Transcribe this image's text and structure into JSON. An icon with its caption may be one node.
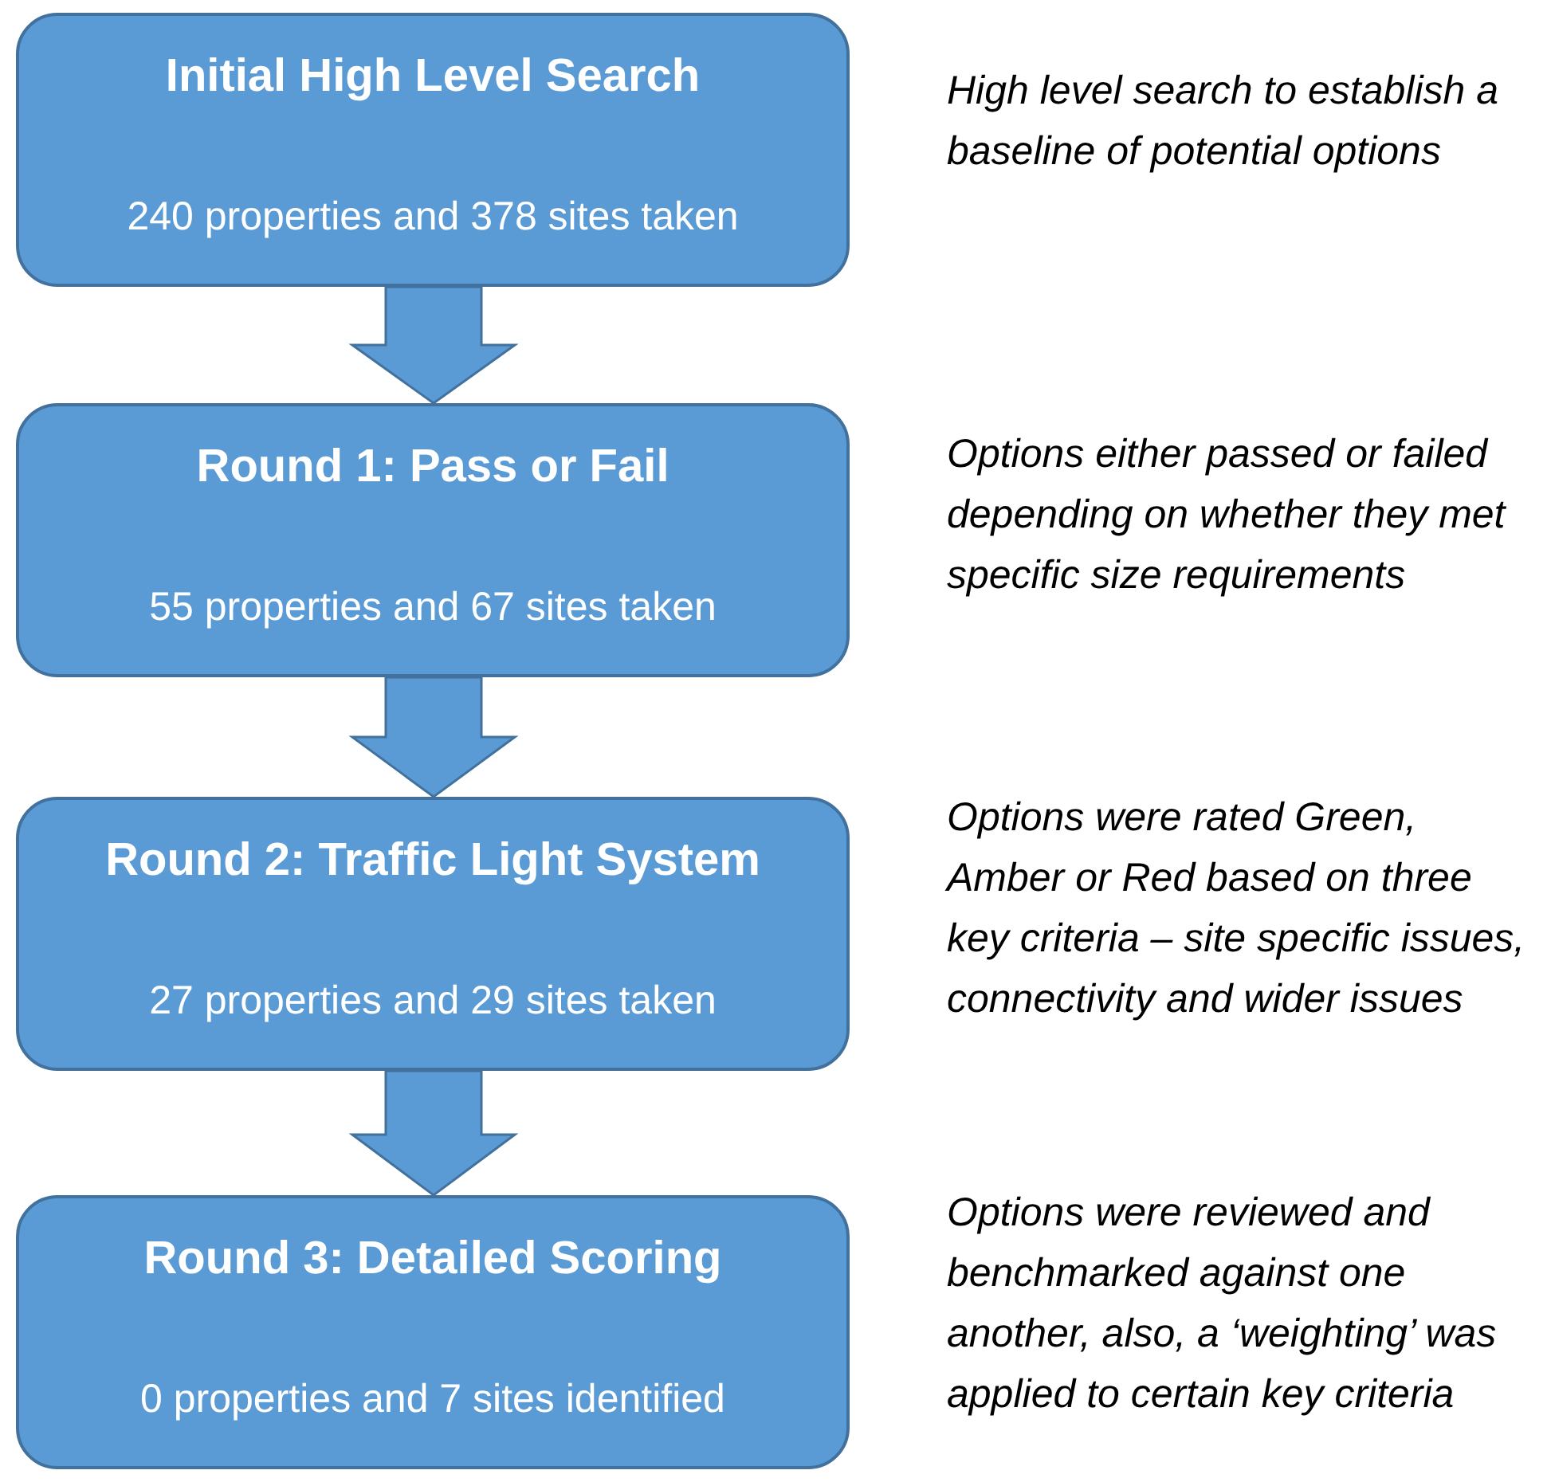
{
  "diagram": {
    "nodes": [
      {
        "text": [
          "Initial High Level Search",
          "240 properties and 378 sites taken"
        ],
        "beside": [
          "High level search to establish a baseline of potential options"
        ]
      },
      {
        "text": [
          "Round 1: Pass or Fail",
          "55 properties and 67 sites taken"
        ],
        "beside": [
          "Options either passed or failed depending on whether they met specific size requirements"
        ]
      },
      {
        "text": [
          "Round 2: Traffic Light System",
          "27 properties and 29 sites taken"
        ],
        "beside": [
          "Options were rated Green, Amber or Red based on three key criteria – site specific issues, connectivity and wider issues"
        ]
      },
      {
        "text": [
          "Round 3: Detailed Scoring",
          "0 properties and 7 sites identified"
        ],
        "beside": [
          "Options were reviewed and benchmarked against one another, also, a ‘weighting’ was applied to certain key criteria"
        ]
      }
    ],
    "edges": [
      {
        "from": 0,
        "to": 1,
        "arrow": "to"
      },
      {
        "from": 1,
        "to": 2,
        "arrow": "to"
      },
      {
        "from": 2,
        "to": 3,
        "arrow": "to"
      }
    ]
  }
}
